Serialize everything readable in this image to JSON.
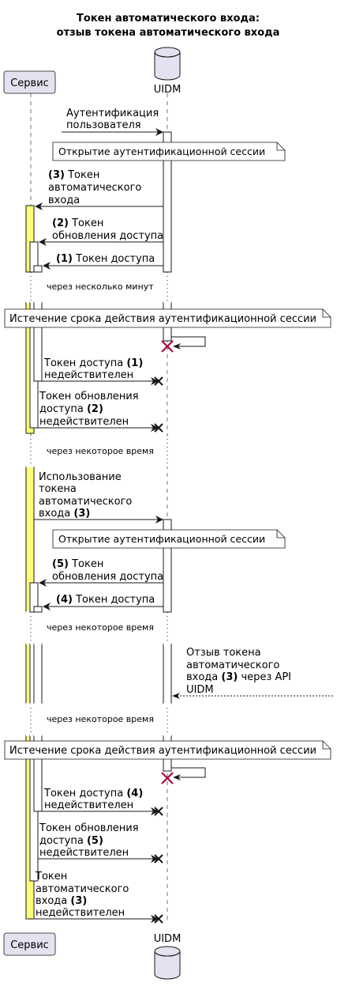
{
  "title": {
    "line1": "Токен автоматического входа:",
    "line2": "отзыв токена автоматического входа"
  },
  "participants": {
    "service": "Сервис",
    "uidm": "UIDM"
  },
  "messages": {
    "m1": [
      "Аутентификация",
      "пользователя"
    ],
    "note1": "Открытие аутентификационной сессии",
    "m2": [
      [
        "(3)",
        " Токен"
      ],
      [
        "",
        "автоматического"
      ],
      [
        "",
        "входа"
      ]
    ],
    "m3": [
      [
        "(2)",
        " Токен"
      ],
      [
        "",
        "обновления доступа"
      ]
    ],
    "m4": [
      [
        "(1)",
        " Токен доступа"
      ]
    ],
    "delay1": "через несколько минут",
    "note2": "Истечение срока действия аутентификационной сессии",
    "m5": [
      [
        "Токен доступа ",
        "(1)"
      ],
      [
        "недействителен",
        ""
      ]
    ],
    "m6": [
      [
        "Токен обновления",
        ""
      ],
      [
        "доступа ",
        "(2)"
      ],
      [
        "недействителен",
        ""
      ]
    ],
    "delay2": "через некоторое время",
    "m7": [
      [
        "Использование",
        ""
      ],
      [
        "токена",
        ""
      ],
      [
        "автоматического",
        ""
      ],
      [
        "входа ",
        "(3)"
      ]
    ],
    "note3": "Открытие аутентификационной сессии",
    "m8": [
      [
        "(5)",
        " Токен"
      ],
      [
        "",
        "обновления доступа"
      ]
    ],
    "m9": [
      [
        "(4)",
        " Токен доступа"
      ]
    ],
    "delay3": "через некоторое время",
    "m10": [
      [
        "Отзыв токена",
        ""
      ],
      [
        "автоматического",
        ""
      ],
      [
        "входа ",
        "(3)",
        " через API"
      ],
      [
        "UIDM",
        ""
      ]
    ],
    "delay4": "через некоторое время",
    "note4": "Истечение срока действия аутентификационной сессии",
    "m11": [
      [
        "Токен доступа ",
        "(4)"
      ],
      [
        "недействителен",
        ""
      ]
    ],
    "m12": [
      [
        "Токен обновления",
        ""
      ],
      [
        "доступа ",
        "(5)"
      ],
      [
        "недействителен",
        ""
      ]
    ],
    "m13": [
      [
        "Токен",
        ""
      ],
      [
        "автоматического",
        ""
      ],
      [
        "входа ",
        "(3)"
      ],
      [
        "недействителен",
        ""
      ]
    ]
  },
  "colors": {
    "participant_fill": "#E2E2F0",
    "activation_highlight": "#FFFF77",
    "destroy_mark": "#A80036",
    "line": "#181818",
    "note_fill": "#FFFFFF"
  }
}
